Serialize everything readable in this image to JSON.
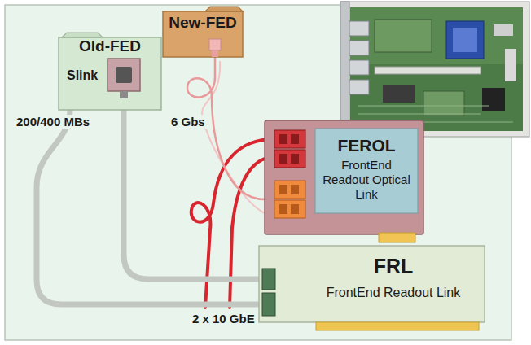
{
  "diagram": {
    "nodes": [
      {
        "text": [
          "Old-FED",
          "Slink"
        ]
      },
      {
        "text": [
          "New-FED"
        ]
      },
      {
        "text": [
          "FEROL",
          "FrontEnd Readout Optical Link"
        ]
      },
      {
        "text": [
          "FRL",
          "FrontEnd Readout Link"
        ]
      }
    ],
    "edges": [
      {
        "from": 0,
        "to": 3,
        "arrow": "none"
      },
      {
        "from": 0,
        "to": 3,
        "label": "200/400 MBs",
        "arrow": "none"
      },
      {
        "from": 1,
        "to": 2,
        "label": "6 Gbs",
        "arrow": "none"
      }
    ],
    "labels": [
      "2 x 10 GbE"
    ]
  }
}
